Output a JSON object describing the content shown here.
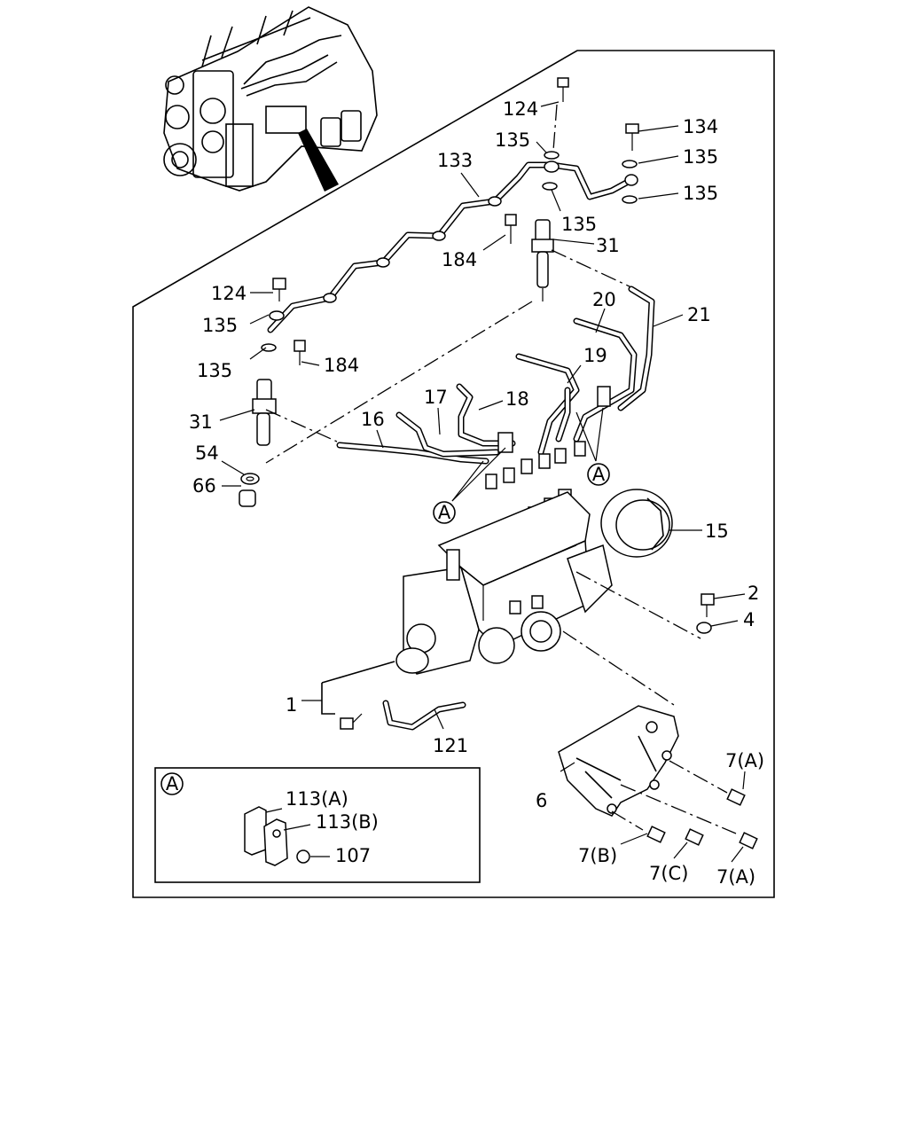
{
  "callouts": {
    "c124a": "124",
    "c135a": "135",
    "c133": "133",
    "c134": "134",
    "c135b": "135",
    "c135c": "135",
    "c135d": "135",
    "c31a": "31",
    "c184a": "184",
    "c124b": "124",
    "c135e": "135",
    "c20": "20",
    "c21": "21",
    "c135f": "135",
    "c184b": "184",
    "c19": "19",
    "c17": "17",
    "c18": "18",
    "c16": "16",
    "c31b": "31",
    "c54": "54",
    "c66": "66",
    "c15": "15",
    "c2": "2",
    "c4": "4",
    "c1": "1",
    "c121": "121",
    "c7a1": "7(A)",
    "c6": "6",
    "c7b": "7(B)",
    "c7c": "7(C)",
    "c7a2": "7(A)"
  },
  "ref_markers": {
    "a1": "A",
    "a2": "A"
  },
  "detail_box": {
    "marker": "A",
    "c113a": "113(A)",
    "c113b": "113(B)",
    "c107": "107"
  }
}
